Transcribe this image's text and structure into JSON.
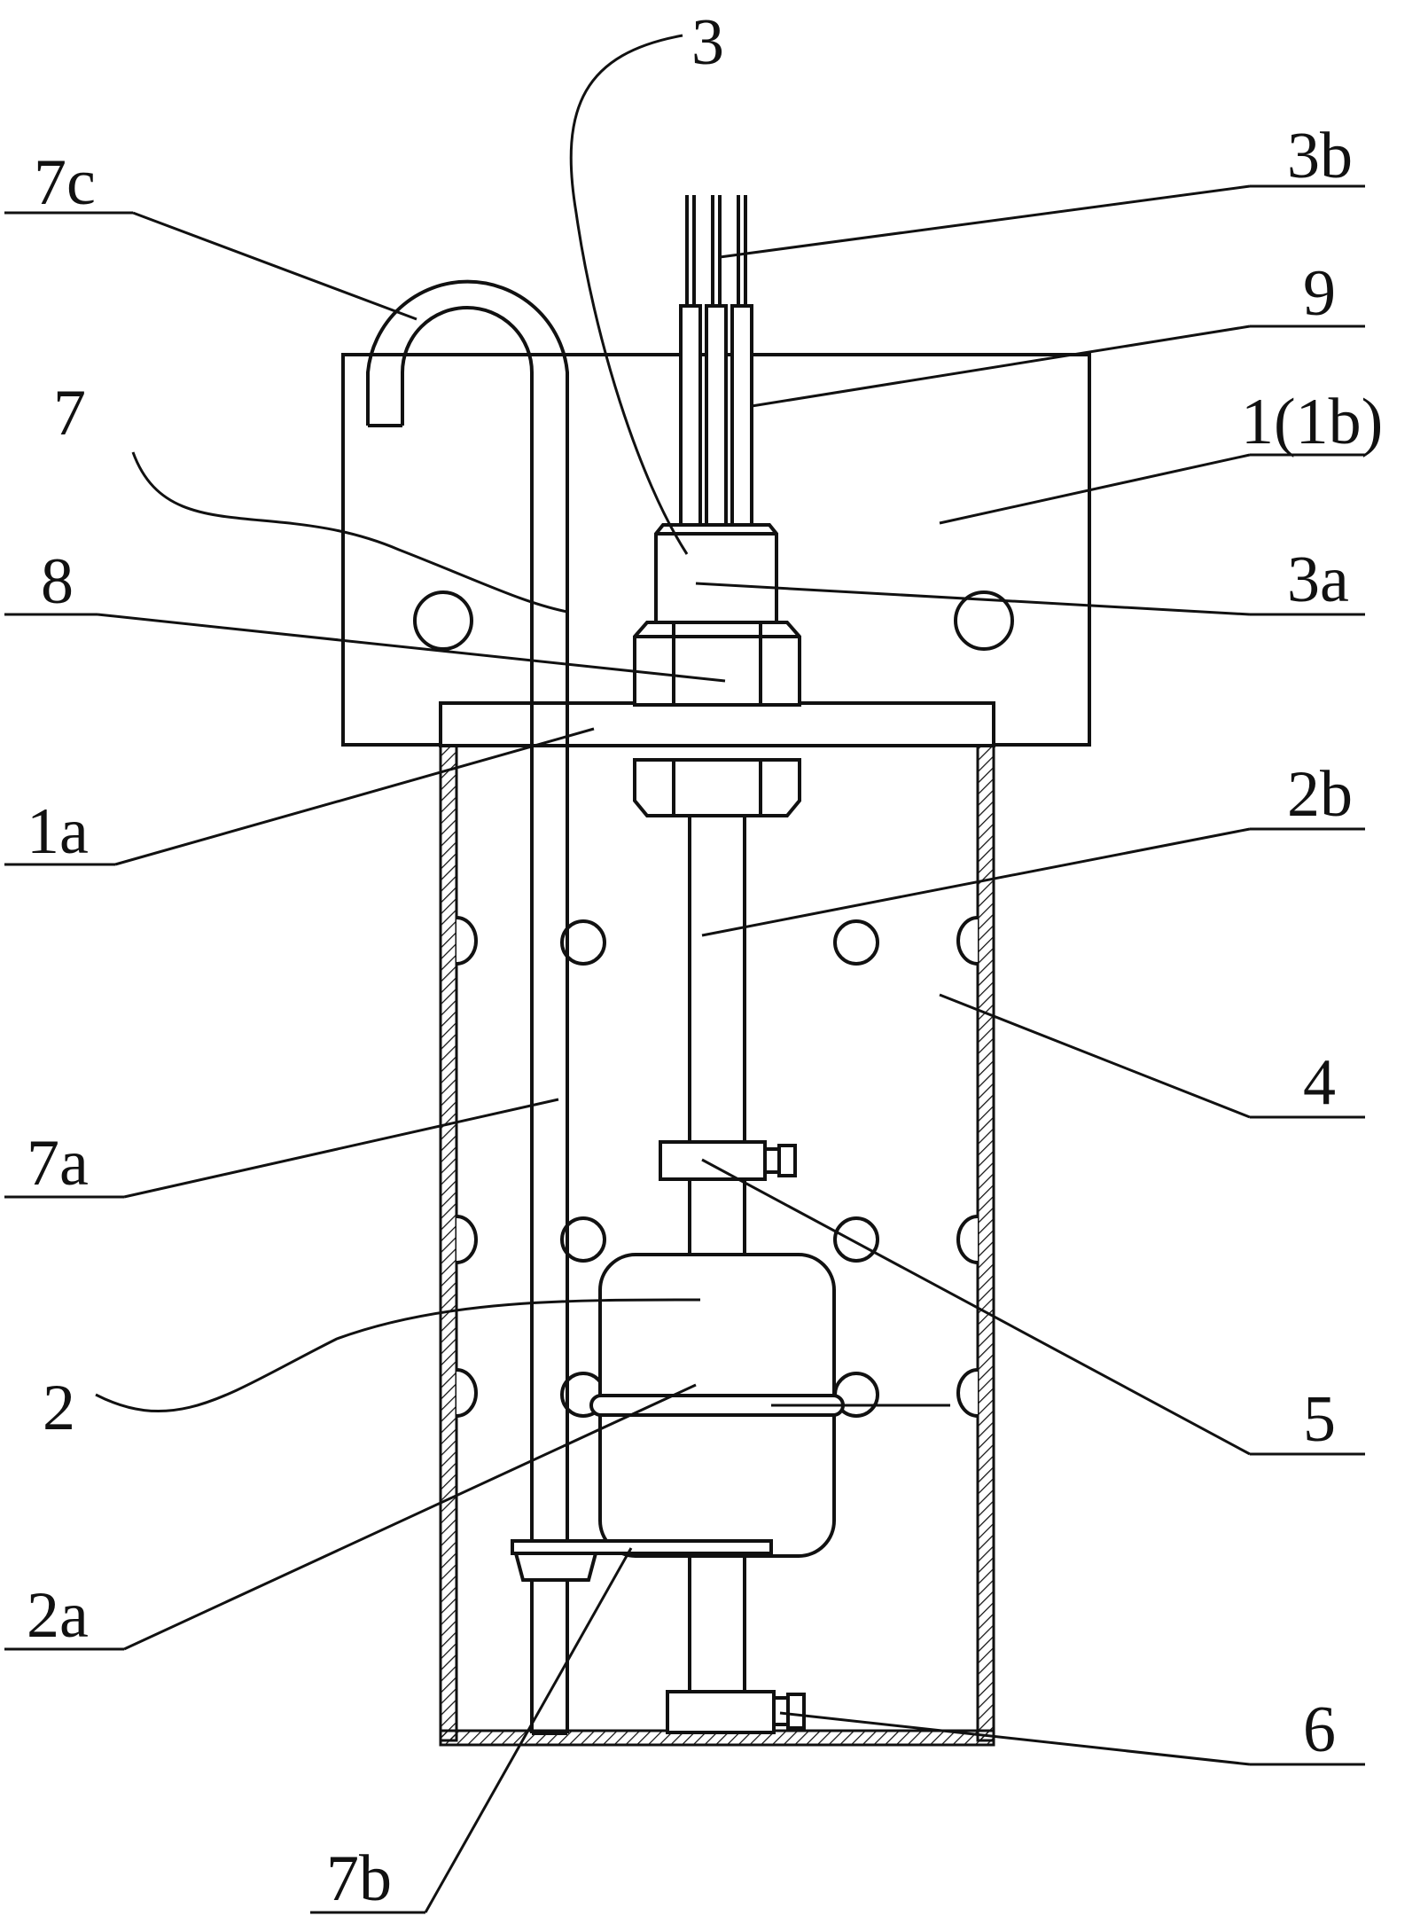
{
  "diagram": {
    "labels": {
      "l3": "3",
      "l3b": "3b",
      "l7c": "7c",
      "l9": "9",
      "l1_1b": "1(1b)",
      "l7": "7",
      "l3a": "3a",
      "l8": "8",
      "l1a": "1a",
      "l2b": "2b",
      "l4": "4",
      "l7a": "7a",
      "l5": "5",
      "l2": "2",
      "l2a": "2a",
      "l6": "6",
      "l7b": "7b"
    }
  }
}
